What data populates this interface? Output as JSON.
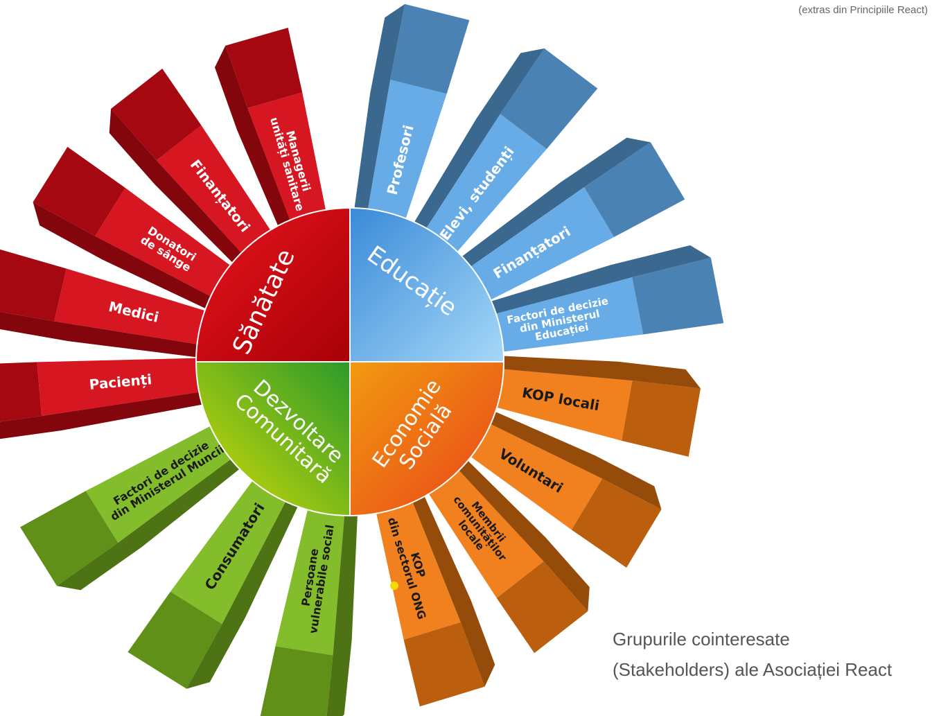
{
  "source_note": "(extras din Principiile React)",
  "caption": [
    "Grupurile cointeresate",
    "(Stakeholders) ale Asociației React"
  ],
  "hub": {
    "sanatate": "Sănătate",
    "educatie": "Educație",
    "economie": [
      "Economie",
      "Socială"
    ],
    "dezvoltare": [
      "Dezvoltare",
      "Comunitară"
    ]
  },
  "rays": {
    "sanatate": [
      {
        "lines": [
          "Managerii",
          "unități sanitare"
        ]
      },
      {
        "lines": [
          "Finanțatori"
        ]
      },
      {
        "lines": [
          "Donatori",
          "de sânge"
        ]
      },
      {
        "lines": [
          "Medici"
        ]
      },
      {
        "lines": [
          "Pacienți"
        ]
      }
    ],
    "educatie": [
      {
        "lines": [
          "Profesori"
        ]
      },
      {
        "lines": [
          "Elevi, studenți"
        ]
      },
      {
        "lines": [
          "Finanțatori"
        ]
      },
      {
        "lines": [
          "Factori de decizie",
          "din Ministerul",
          "Educației"
        ]
      }
    ],
    "economie": [
      {
        "lines": [
          "KOP locali"
        ]
      },
      {
        "lines": [
          "Voluntari"
        ]
      },
      {
        "lines": [
          "Membrii",
          "comunităților",
          "locale"
        ]
      },
      {
        "lines": [
          "KOP",
          "din sectorul ONG"
        ]
      }
    ],
    "dezvoltare": [
      {
        "lines": [
          "Factori de decizie",
          "din Ministerul Muncii"
        ]
      },
      {
        "lines": [
          "Consumatori"
        ]
      },
      {
        "lines": [
          "Persoane",
          "vulnerabile social"
        ]
      }
    ]
  },
  "colors": {
    "red": "#d40a14",
    "blue": "#5fa8e6",
    "orange": "#f07a12",
    "green": "#7cb920"
  }
}
